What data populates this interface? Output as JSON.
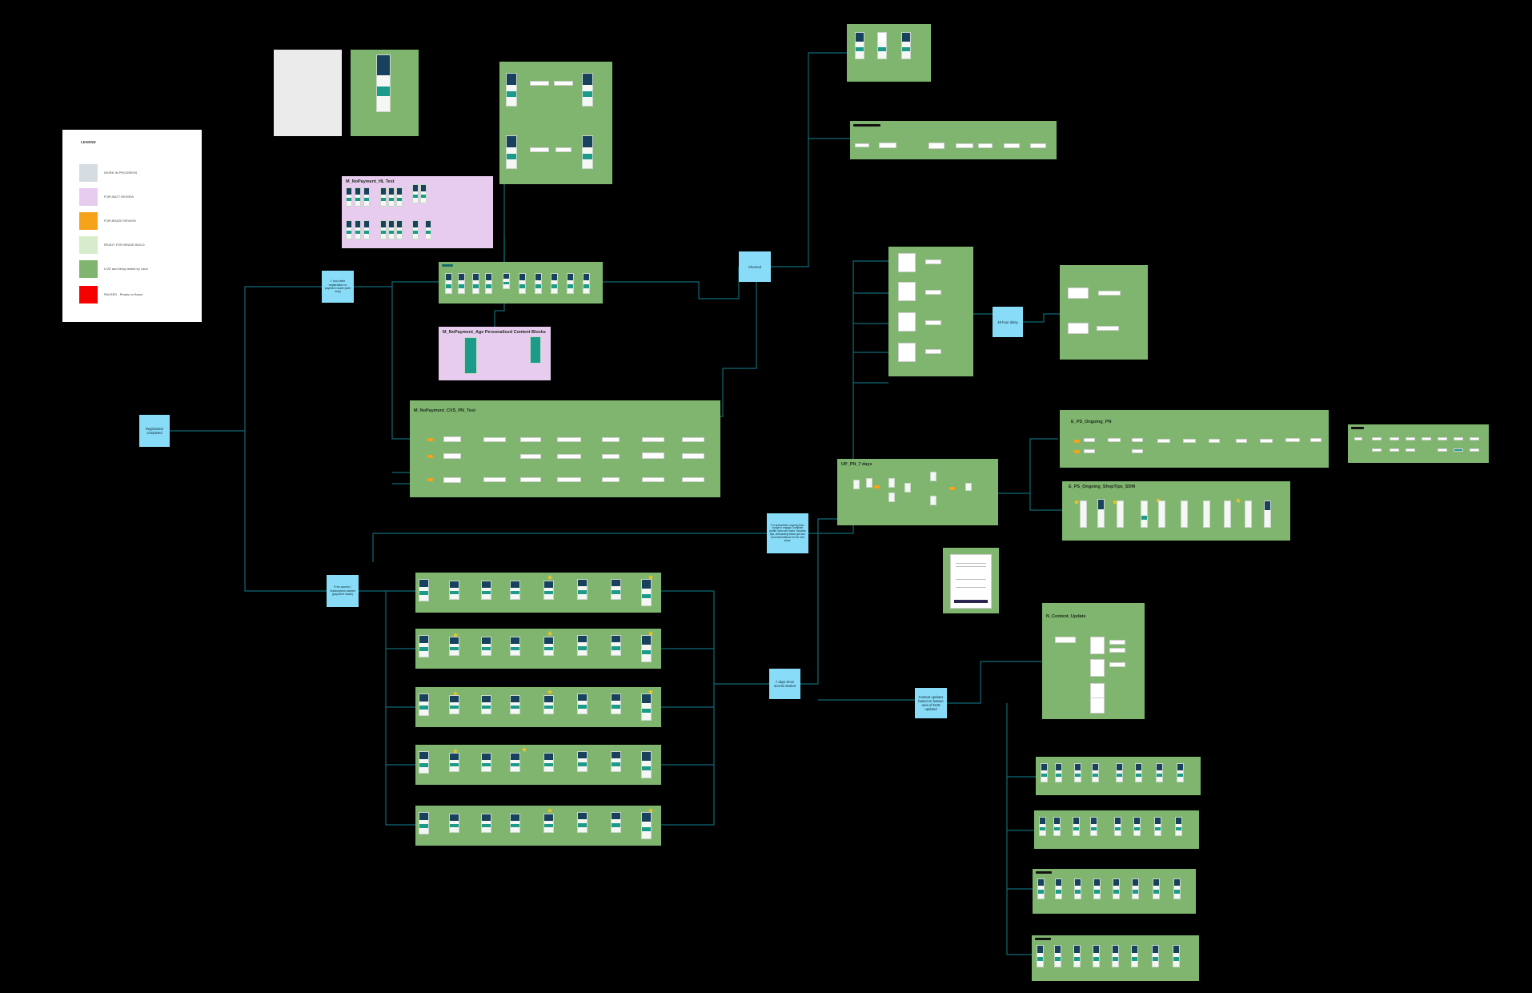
{
  "legend": {
    "title": "LEGEND",
    "items": [
      {
        "label": "WORK IN PROGRESS",
        "color": "#d5dde3"
      },
      {
        "label": "FOR MATT REVIEW",
        "color": "#e8ccef"
      },
      {
        "label": "FOR BRAZE REVIEW",
        "color": "#f7a21b"
      },
      {
        "label": "READY FOR BRAZE BUILD",
        "color": "#d7eccb"
      },
      {
        "label": "LIVE and being tested by Lauri",
        "color": "#7fb56e"
      },
      {
        "label": "PAUSED - Ready on Braze",
        "color": "#f60000"
      }
    ]
  },
  "nodes": {
    "registration": "Registration completed",
    "hour_after": "1 hour after registration no payment made (web only)",
    "free_access": "Free access / Subscription started (payment made)",
    "churned": "Churned",
    "delay_48": "48 hour delay",
    "seven_days_ongoing": "For subscribers ongoing flow: nudge to engage, complete profile, learn and more. Includes tips, onboarding follow ups and recommendations for the next steps.",
    "seven_days_access": "7 days since access started",
    "content_updates": "Content updates based on feature area of NHS updated"
  },
  "frames": {
    "nopayment_hl": "M_NoPayment_HL Test",
    "nopayment_age": "M_NoPayment_Age Personalised Content Blocks",
    "nopayment_cvs": "M_NoPayment_CVS_PN_Test",
    "up_pn": "UP_PN_7 days",
    "e_pn_ongoing": "E_PS_Ongoing_PN",
    "e_pn_shop": "E_PS_Ongoing_ShopTips_SDM",
    "n_content": "N_Content_Update"
  },
  "colors": {
    "background": "#000000",
    "frame_live": "#7fb56e",
    "frame_review": "#e8ccef",
    "node": "#89dcf7",
    "connector": "#0f6a76"
  }
}
